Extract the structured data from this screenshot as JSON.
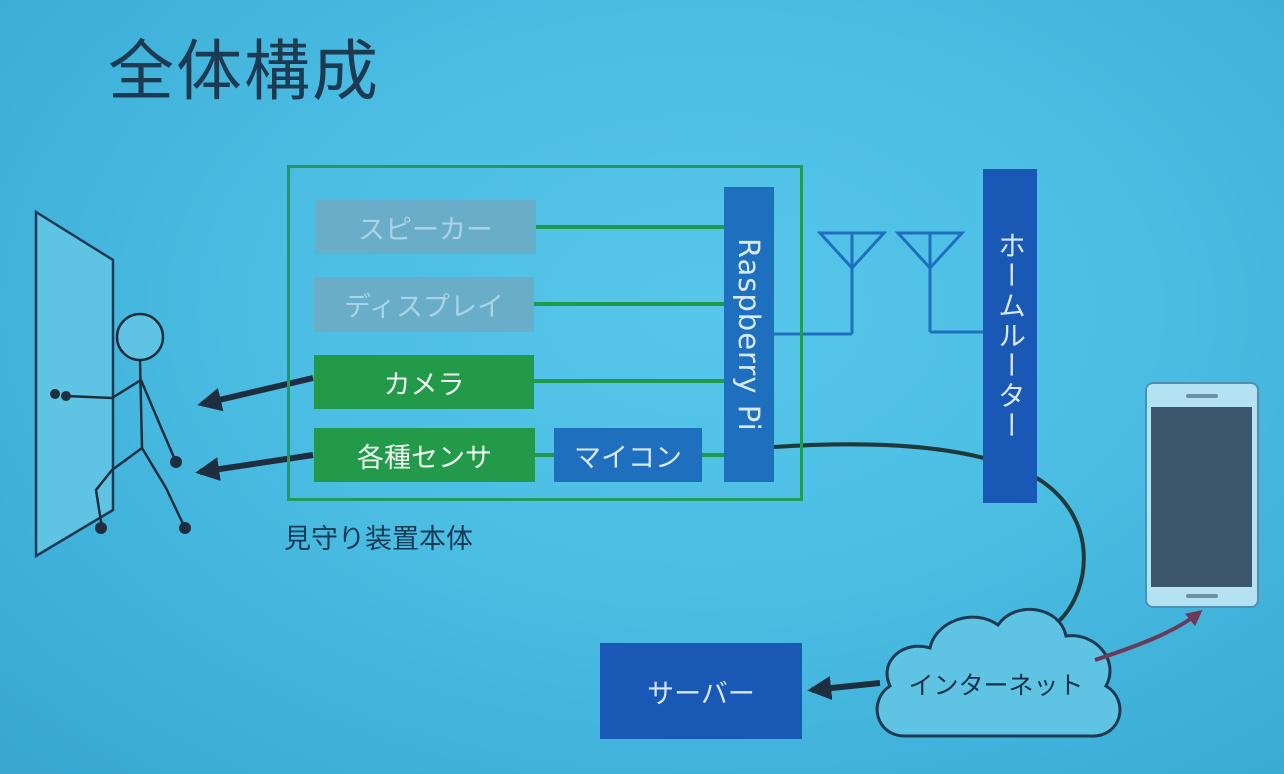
{
  "slide": {
    "title": "全体構成"
  },
  "device": {
    "label": "見守り装置本体",
    "modules": {
      "speaker": "スピーカー",
      "display": "ディスプレイ",
      "camera": "カメラ",
      "sensors": "各種センサ",
      "microcontroller": "マイコン"
    },
    "controller": "Raspberry Pi"
  },
  "network": {
    "router": "ホームルーター",
    "internet": "インターネット",
    "server": "サーバー"
  },
  "colors": {
    "background": "#4bbde3",
    "title_text": "#1c3a52",
    "frame_green": "#229a5a",
    "module_active": "#229a4a",
    "module_inactive": "#6aadc9",
    "pi_blue": "#1f6fbf",
    "network_blue": "#1958b4",
    "cable_green": "#1f9a4a",
    "cable_blue": "#1f6fbf",
    "internet_link": "#1e3a3a",
    "phone_link": "#6b3a5a"
  },
  "icons": {
    "person": "stick-figure-icon",
    "door": "door-icon",
    "antenna": "antenna-icon",
    "cloud": "cloud-icon",
    "phone": "smartphone-icon"
  }
}
